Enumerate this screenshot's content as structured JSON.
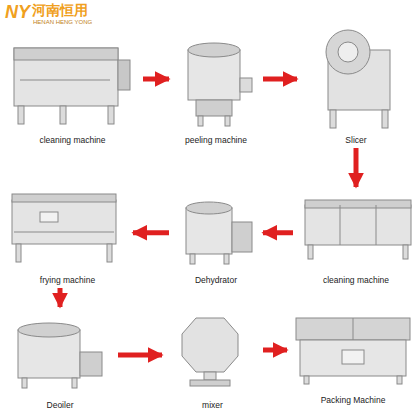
{
  "diagram": {
    "nodes": [
      {
        "text": [
          "cleaning machine"
        ]
      },
      {
        "text": [
          "peeling machine"
        ]
      },
      {
        "text": [
          "Slicer"
        ]
      },
      {
        "text": [
          "cleaning machine"
        ]
      },
      {
        "text": [
          "Dehydrator"
        ]
      },
      {
        "text": [
          "frying machine"
        ]
      },
      {
        "text": [
          "Deoiler"
        ]
      },
      {
        "text": [
          "mixer"
        ]
      },
      {
        "text": [
          "Packing Machine"
        ]
      }
    ],
    "edges": [
      {
        "from": 0,
        "to": 1,
        "arrow": "to"
      },
      {
        "from": 1,
        "to": 2,
        "arrow": "to"
      },
      {
        "from": 2,
        "to": 3,
        "arrow": "to"
      },
      {
        "from": 3,
        "to": 4,
        "arrow": "to"
      },
      {
        "from": 4,
        "to": 5,
        "arrow": "to"
      },
      {
        "from": 5,
        "to": 6,
        "arrow": "to"
      },
      {
        "from": 6,
        "to": 7,
        "arrow": "to"
      },
      {
        "from": 7,
        "to": 8,
        "arrow": "to"
      }
    ],
    "labels": [
      "NY",
      "河南恒用",
      "HENAN HENG YONG"
    ]
  }
}
